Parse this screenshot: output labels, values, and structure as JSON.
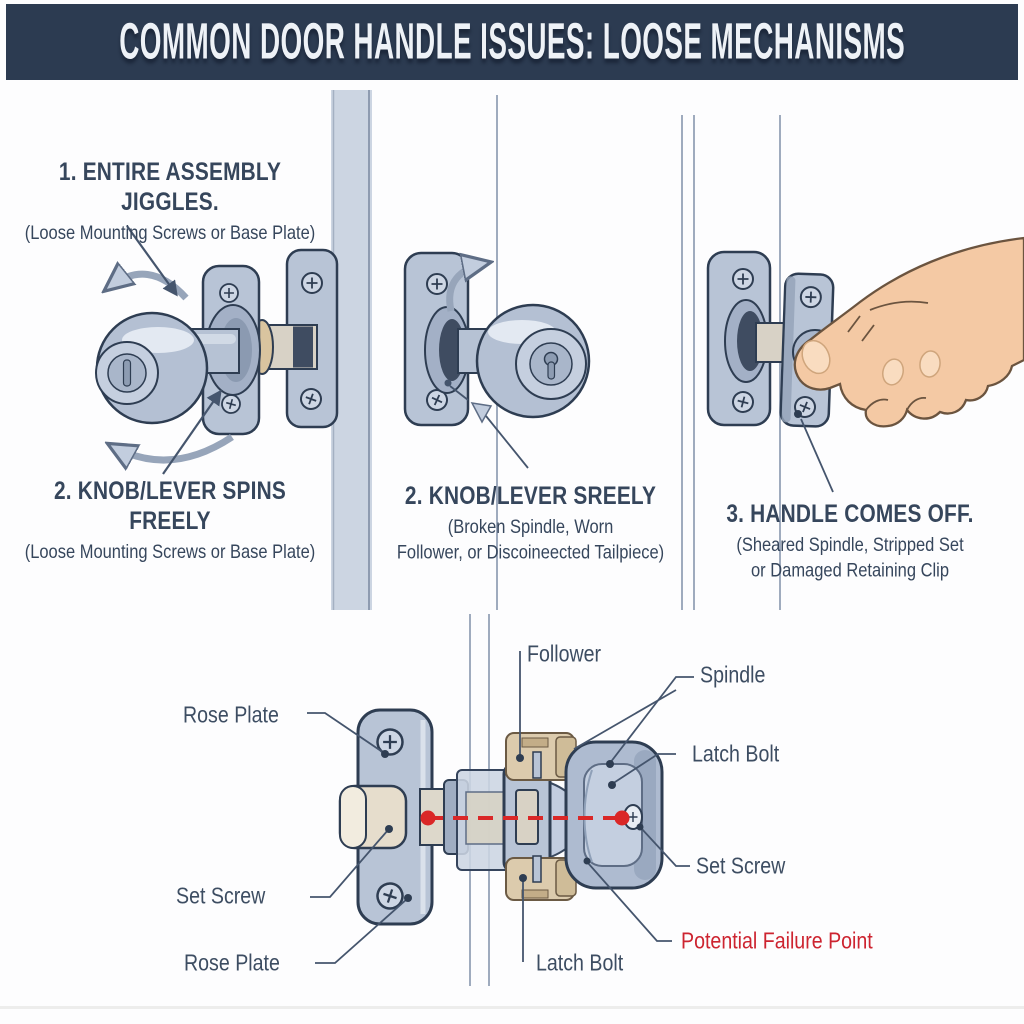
{
  "header": {
    "title": "COMMON DOOR HANDLE ISSUES: LOOSE MECHANISMS"
  },
  "issues": [
    {
      "title": "1. ENTIRE ASSEMBLY JIGGLES.",
      "subtitle_lines": [
        "(Loose Mounting Screws or Base Plate)"
      ]
    },
    {
      "title": "2. KNOB/LEVER SPINS FREELY",
      "subtitle_lines": [
        "(Loose Mounting Screws or Base Plate)"
      ]
    },
    {
      "title": "2. KNOB/LEVER SREELY",
      "subtitle_lines": [
        "(Broken Spindle, Worn",
        "Follower, or Discoineected Tailpiece)"
      ]
    },
    {
      "title": "3. HANDLE COMES OFF.",
      "subtitle_lines": [
        "(Sheared Spindle, Stripped Set",
        "or Damaged Retaining Clip"
      ]
    }
  ],
  "parts_diagram": {
    "labels": {
      "rose_plate_top": "Rose Plate",
      "follower": "Follower",
      "spindle": "Spindle",
      "latch_bolt_right": "Latch Bolt",
      "set_screw_right": "Set Screw",
      "potential_failure_point": "Potential Failure Point",
      "set_screw_left": "Set Screw",
      "rose_plate_bottom": "Rose Plate",
      "latch_bolt_bottom": "Latch Bolt"
    }
  },
  "colors": {
    "header_bg": "#2c3b51",
    "label_text": "#3d4d62",
    "failure_red": "#cd2430",
    "red_axis": "#da2727",
    "metal_light": "#b8c4d6",
    "metal_shadow": "#8fa0b8",
    "outline_navy": "#2e3d52",
    "brass": "#d9c49f",
    "tan_housing": "#dccbad",
    "skin": "#f4c9a4"
  }
}
